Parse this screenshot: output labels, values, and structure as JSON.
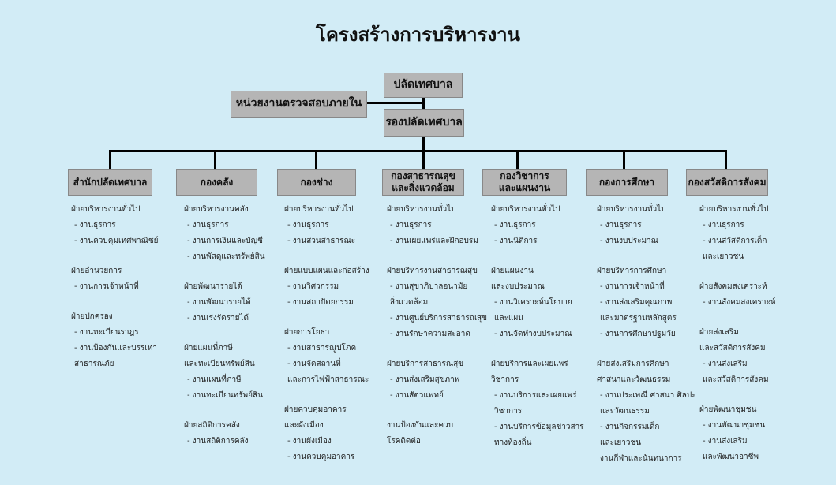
{
  "title": "โครงสร้างการบริหารงาน",
  "top": {
    "mayor_clerk": "ปลัดเทศบาล",
    "audit_unit": "หน่วยงานตรวจสอบภายใน",
    "deputy_clerk": "รองปลัดเทศบาล"
  },
  "departments": [
    {
      "name": "สำนักปลัดเทศบาล",
      "groups": [
        [
          "ฝ่ายบริหารงานทั่วไป",
          "- งานธุรการ",
          "- งานควบคุมเทศพาณิชย์"
        ],
        [
          "ฝ่ายอำนวยการ",
          "- งานการเจ้าหน้าที่"
        ],
        [
          "ฝ่ายปกครอง",
          "- งานทะเบียนราฎร",
          "- งานป้องกันและบรรเทา\nสาธารณภัย"
        ]
      ]
    },
    {
      "name": "กองคลัง",
      "groups": [
        [
          "ฝ่ายบริหารงานคลัง",
          "- งานธุรการ",
          "- งานการเงินและบัญชี",
          "- งานพัสดุและทรัพย์สิน"
        ],
        [
          "ฝ่ายพัฒนารายได้",
          "- งานพัฒนารายได้",
          "- งานเร่งรัดรายได้"
        ],
        [
          "ฝ่ายแผนที่ภาษี\nและทะเบียนทรัพย์สิน",
          "- งานแผนที่ภาษี",
          "- งานทะเบียนทรัพย์สิน"
        ],
        [
          "ฝ่ายสถิติการคลัง",
          "- งานสถิติการคลัง"
        ]
      ]
    },
    {
      "name": "กองช่าง",
      "groups": [
        [
          "ฝ่ายบริหารงานทั่วไป",
          "- งานธุรการ",
          "- งานสวนสาธารณะ"
        ],
        [
          "ฝ่ายแบบแผนและก่อสร้าง",
          "- งานวิศวกรรม",
          "- งานสถาปัตยกรรม"
        ],
        [
          "ฝ่ายการโยธา",
          "- งานสาธารณูปโภค",
          "- งานจัดสถานที่\nและการไฟฟ้าสาธารณะ"
        ],
        [
          "ฝ่ายควบคุมอาคาร\nและผังเมือง",
          "- งานผังเมือง",
          "- งานควบคุมอาคาร"
        ]
      ]
    },
    {
      "name": "กองสาธารณสุข\nและสิ่งแวดล้อม",
      "groups": [
        [
          "ฝ่ายบริหารงานทั่วไป",
          "- งานธุรการ",
          "- งานเผยแพร่และฝึกอบรม"
        ],
        [
          "ฝ่ายบริหารงานสาธารณสุข",
          "- งานสุขาภิบาลอนามัย\nสิ่งแวดล้อม",
          "- งานศูนย์บริการสาธารณสุข",
          "- งานรักษาความสะอาด"
        ],
        [
          "ฝ่ายบริการสาธารณสุข",
          "- งานส่งเสริมสุขภาพ",
          "- งานสัตวแพทย์"
        ],
        [
          "งานป้องกันและควบ\nโรคติดต่อ"
        ]
      ]
    },
    {
      "name": "กองวิชาการ\nและแผนงาน",
      "groups": [
        [
          "ฝ่ายบริหารงานทั่วไป",
          "- งานธุรการ",
          "- งานนิติการ"
        ],
        [
          "ฝ่ายแผนงาน\nและงบประมาณ",
          "- งานวิเคราะห์นโยบาย\nและแผน",
          "- งานจัดทำงบประมาณ"
        ],
        [
          "ฝ่ายบริการและเผยแพร่\nวิชาการ",
          "- งานบริการและเผยแพร่\nวิชาการ",
          "- งานบริการข้อมูลข่าวสาร\nทางท้องถิ่น"
        ]
      ]
    },
    {
      "name": "กองการศึกษา",
      "groups": [
        [
          "ฝ่ายบริหารงานทั่วไป",
          "- งานธุรการ",
          "- งานงบประมาณ"
        ],
        [
          "ฝ่ายบริหารการศึกษา",
          "- งานการเจ้าหน้าที่",
          "- งานส่งเสริมคุณภาพ\nและมาตรฐานหลักสูตร",
          "- งานการศึกษาปฐมวัย"
        ],
        [
          "ฝ่ายส่งเสริมการศึกษา\nศาสนาและวัฒนธรรม",
          "- งานประเพณี ศาสนา ศิลปะ\nและวัฒนธรรม",
          "- งานกิจกรรมเด็ก\nและเยาวชน\nงานกีฬาและนันทนาการ"
        ]
      ]
    },
    {
      "name": "กองสวัสดิการสังคม",
      "groups": [
        [
          "ฝ่ายบริหารงานทั่วไป",
          "- งานธุรการ",
          "- งานสวัสดิการเด็ก\nและเยาวชน"
        ],
        [
          "ฝ่ายสังคมสงเคราะห์",
          "- งานสังคมสงเคราะห์"
        ],
        [
          "ฝ่ายส่งเสริม\nและสวัสดิการสังคม",
          "- งานส่งเสริม\nและสวัสดิการสังคม"
        ],
        [
          "ฝ่ายพัฒนาชุมชน",
          "- งานพัฒนาชุมชน",
          "- งานส่งเสริม\nและพัฒนาอาชีพ"
        ]
      ]
    }
  ]
}
